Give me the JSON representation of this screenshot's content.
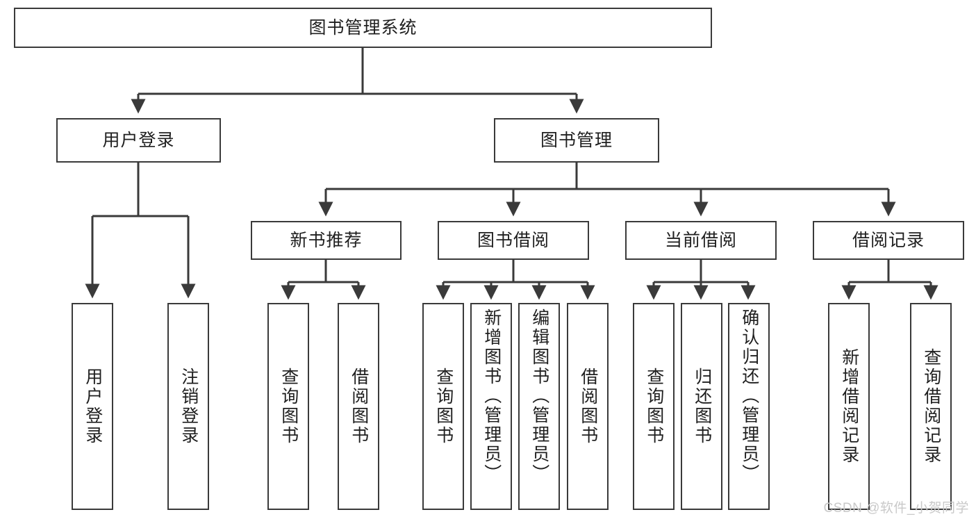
{
  "diagram": {
    "title_node": {
      "label": "图书管理系统"
    },
    "level2": [
      {
        "id": "user-login",
        "label": "用户登录"
      },
      {
        "id": "book-manage",
        "label": "图书管理"
      }
    ],
    "level3": [
      {
        "id": "new-book-recommend",
        "label": "新书推荐"
      },
      {
        "id": "book-borrow",
        "label": "图书借阅"
      },
      {
        "id": "current-borrow",
        "label": "当前借阅"
      },
      {
        "id": "borrow-record",
        "label": "借阅记录"
      }
    ],
    "leaves": [
      {
        "id": "leaf-user-login",
        "label": "用户登录"
      },
      {
        "id": "leaf-logout-login",
        "label": "注销登录"
      },
      {
        "id": "leaf-query-book-1",
        "label": "查询图书"
      },
      {
        "id": "leaf-borrow-book-1",
        "label": "借阅图书"
      },
      {
        "id": "leaf-query-book-2",
        "label": "查询图书"
      },
      {
        "id": "leaf-add-book-admin",
        "label": "新增图书（管理员）"
      },
      {
        "id": "leaf-edit-book-admin",
        "label": "编辑图书（管理员）"
      },
      {
        "id": "leaf-borrow-book-2",
        "label": "借阅图书"
      },
      {
        "id": "leaf-query-book-3",
        "label": "查询图书"
      },
      {
        "id": "leaf-return-book",
        "label": "归还图书"
      },
      {
        "id": "leaf-confirm-return-admin",
        "label": "确认归还（管理员）"
      },
      {
        "id": "leaf-add-borrow-record",
        "label": "新增借阅记录"
      },
      {
        "id": "leaf-query-borrow-record",
        "label": "查询借阅记录"
      }
    ],
    "watermark": "CSDN @软件_小贺同学",
    "colors": {
      "stroke": "#3a3a3a",
      "text": "#1f1f1f",
      "background": "#ffffff",
      "watermark": "#c9c9c9"
    }
  }
}
